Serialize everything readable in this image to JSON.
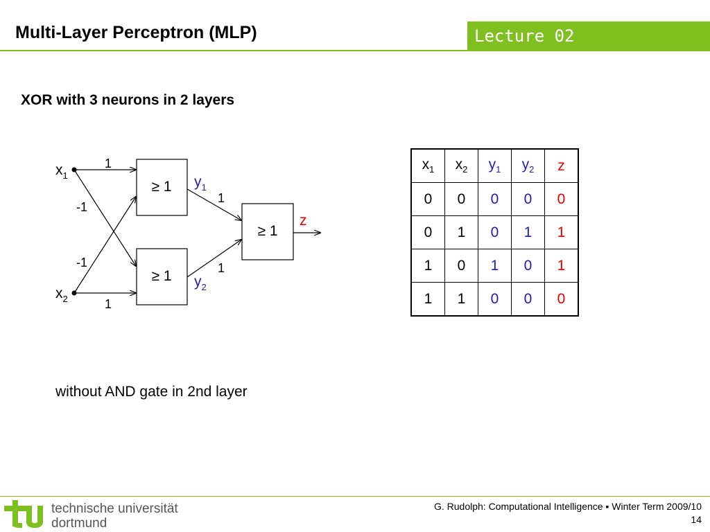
{
  "header": {
    "title": "Multi-Layer Perceptron (MLP)",
    "lecture_label": "Lecture 02",
    "accent_color": "#7fbf1f"
  },
  "subtitle": "XOR with 3 neurons in 2 layers",
  "diagram": {
    "inputs": [
      {
        "base": "x",
        "sub": "1"
      },
      {
        "base": "x",
        "sub": "2"
      }
    ],
    "neurons": [
      {
        "label": "≥ 1"
      },
      {
        "label": "≥ 1"
      },
      {
        "label": "≥ 1"
      }
    ],
    "weights": {
      "x1_top": "1",
      "x1_bottom": "-1",
      "x2_top": "-1",
      "x2_bottom": "1",
      "y1_out": "1",
      "y2_out": "1"
    },
    "hidden_outputs": [
      {
        "base": "y",
        "sub": "1"
      },
      {
        "base": "y",
        "sub": "2"
      }
    ],
    "output_label": "z"
  },
  "truth_table": {
    "headers": [
      {
        "base": "x",
        "sub": "1"
      },
      {
        "base": "x",
        "sub": "2"
      },
      {
        "base": "y",
        "sub": "1"
      },
      {
        "base": "y",
        "sub": "2"
      },
      {
        "base": "z",
        "sub": ""
      }
    ],
    "rows": [
      [
        "0",
        "0",
        "0",
        "0",
        "0"
      ],
      [
        "0",
        "1",
        "0",
        "1",
        "1"
      ],
      [
        "1",
        "0",
        "1",
        "0",
        "1"
      ],
      [
        "1",
        "1",
        "0",
        "0",
        "0"
      ]
    ],
    "colors": {
      "hidden": "#1f1fa8",
      "output": "#e00000"
    }
  },
  "note": "without AND gate in 2nd layer",
  "footer": {
    "university_line1": "technische universität",
    "university_line2": "dortmund",
    "credit": "G. Rudolph: Computational Intelligence ▪ Winter Term 2009/10",
    "page_number": "14"
  }
}
